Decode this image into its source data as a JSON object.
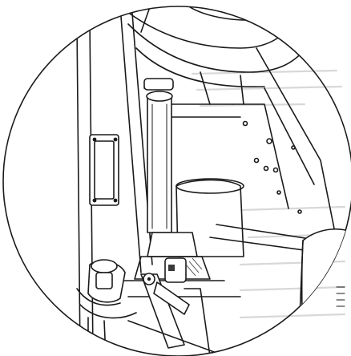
{
  "figure": {
    "kind": "line-art technical illustration",
    "subject": "machine-internals-detail-circle",
    "ink_color": "#1a1a1a",
    "background_color": "#ffffff",
    "bleed_through_color": "#d0d0d0"
  },
  "icons": {
    "callout": "detail-magnifier-circle",
    "pump": "cylinder-pump",
    "lever": "pivot-lever",
    "hose": "coupling-hose"
  }
}
